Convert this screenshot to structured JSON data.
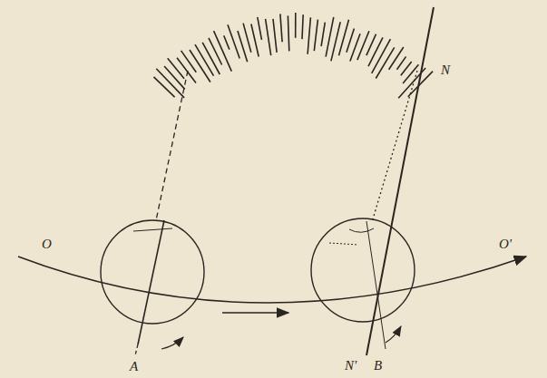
{
  "diagram": {
    "labels": [
      "O",
      "O'",
      "A",
      "B",
      "N",
      "N'"
    ]
  }
}
